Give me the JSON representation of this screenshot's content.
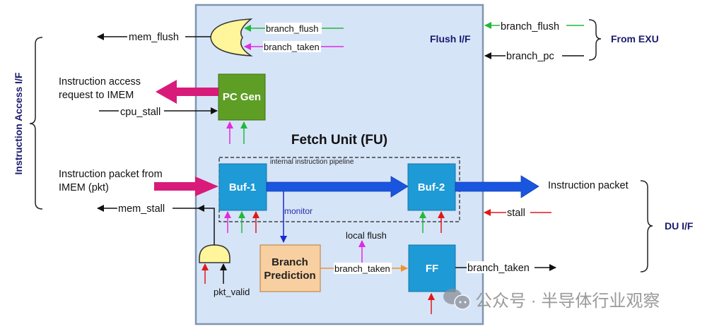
{
  "title": "Fetch Unit (FU)",
  "interfaces": {
    "instruction_access": "Instruction Access I/F",
    "flush": "Flush I/F",
    "from_exu": "From EXU",
    "du": "DU I/F"
  },
  "blocks": {
    "pc_gen": "PC Gen",
    "buf1": "Buf-1",
    "buf2": "Buf-2",
    "ff": "FF",
    "branch_prediction_line1": "Branch",
    "branch_prediction_line2": "Prediction",
    "pipeline_label": "internal instruction pipeline"
  },
  "signals": {
    "mem_flush": "mem_flush",
    "or_branch_flush": "branch_flush",
    "or_branch_taken": "branch_taken",
    "exu_branch_flush": "branch_flush",
    "exu_branch_pc": "branch_pc",
    "imem_request_line1": "Instruction access",
    "imem_request_line2": "request to IMEM",
    "cpu_stall": "cpu_stall",
    "pkt_line1": "Instruction packet from",
    "pkt_line2": "IMEM (pkt)",
    "mem_stall": "mem_stall",
    "monitor": "monitor",
    "pkt_valid": "pkt_valid",
    "bp_branch_taken": "branch_taken",
    "local_flush": "local flush",
    "instruction_packet": "Instruction packet",
    "stall": "stall",
    "du_branch_taken": "branch_taken"
  },
  "watermark": "公众号 · 半导体行业观察",
  "colors": {
    "fu_bg": "#d6e4f7",
    "fu_border": "#7f95b0",
    "pc_gen": "#5e9e25",
    "buffer": "#1e9ad6",
    "branch_prediction": "#f8cfa0",
    "gate": "#fff59a",
    "magenta": "#d81b7a",
    "blue_arrow": "#1a55e0",
    "green": "#22b83a",
    "pink": "#e02ae0",
    "red": "#e01818",
    "orange": "#f0922a",
    "navy": "#1a1a6e"
  }
}
